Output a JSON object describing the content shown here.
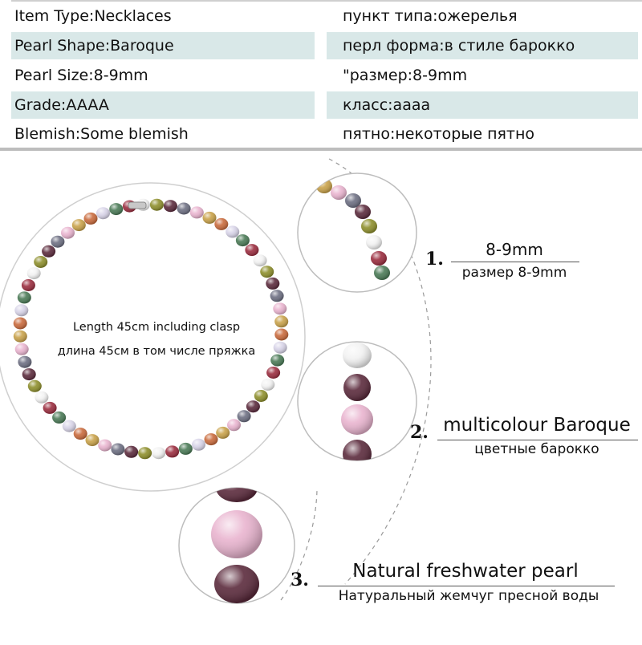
{
  "specs": [
    {
      "en": "Item Type:Necklaces",
      "ru": "пункт типа:ожерелья"
    },
    {
      "en": "Pearl Shape:Baroque",
      "ru": "перл форма:в стиле барокко"
    },
    {
      "en": "Pearl Size:8-9mm",
      "ru": "\"размер:8-9mm"
    },
    {
      "en": "Grade:AAAA",
      "ru": "класс:аааа"
    },
    {
      "en": "Blemish:Some blemish",
      "ru": "пятно:некоторые пятно"
    }
  ],
  "necklace_note": {
    "en": "Length 45cm including clasp",
    "ru": "длина 45см в том числе пряжка"
  },
  "callouts": [
    {
      "num": "1.",
      "main": "8-9mm",
      "sub": "размер 8-9mm"
    },
    {
      "num": "2.",
      "main": "multicolour Baroque",
      "sub": "цветные барокко"
    },
    {
      "num": "3.",
      "main": "Natural freshwater pearl",
      "sub": "Натуральный жемчуг пресной воды"
    }
  ],
  "colors": {
    "table_shade": "#d9e8e8",
    "pearl_palette": [
      "#5b2a3c",
      "#c9a24a",
      "#4a7a56",
      "#8e8f2c",
      "#e9b4cf",
      "#d8d4e8",
      "#f2f2f2",
      "#6d6f82",
      "#c96a3c",
      "#9b2d3f"
    ]
  }
}
